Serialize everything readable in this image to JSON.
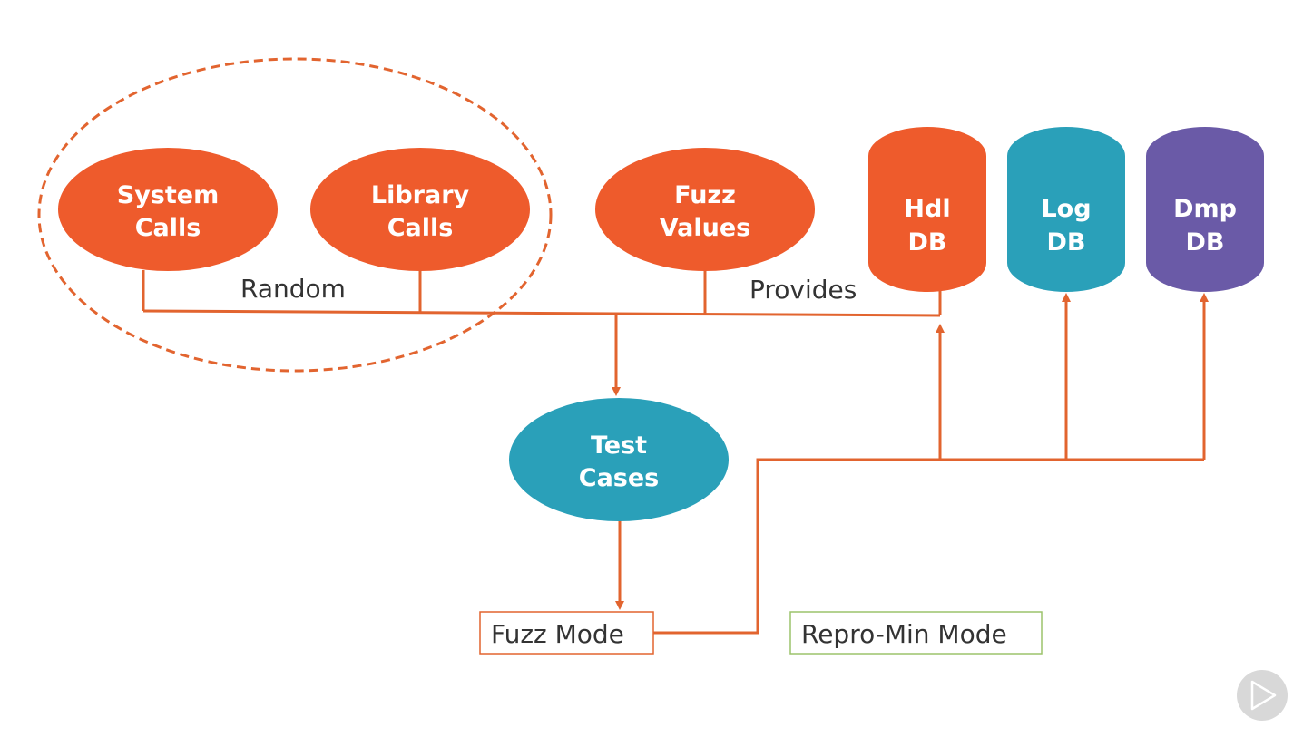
{
  "colors": {
    "orange": "#ee5b2c",
    "teal": "#2aa0b9",
    "purple": "#6a5aa7",
    "connector": "#e2642f",
    "text_dark": "#333333",
    "mode_border_active": "#e2642f",
    "mode_border_inactive": "#9cc36b",
    "player_bg": "#d8d8d8"
  },
  "nodes": {
    "system_calls": {
      "line1": "System",
      "line2": "Calls",
      "color": "orange"
    },
    "library_calls": {
      "line1": "Library",
      "line2": "Calls",
      "color": "orange"
    },
    "fuzz_values": {
      "line1": "Fuzz",
      "line2": "Values",
      "color": "orange"
    },
    "test_cases": {
      "line1": "Test",
      "line2": "Cases",
      "color": "teal"
    },
    "hdl_db": {
      "line1": "Hdl",
      "line2": "DB",
      "color": "orange"
    },
    "log_db": {
      "line1": "Log",
      "line2": "DB",
      "color": "teal"
    },
    "dmp_db": {
      "line1": "Dmp",
      "line2": "DB",
      "color": "purple"
    }
  },
  "edge_labels": {
    "random": "Random",
    "provides": "Provides"
  },
  "modes": {
    "fuzz_mode": "Fuzz Mode",
    "repro_min_mode": "Repro-Min Mode"
  },
  "icons": {
    "player": "play-logo-icon"
  }
}
